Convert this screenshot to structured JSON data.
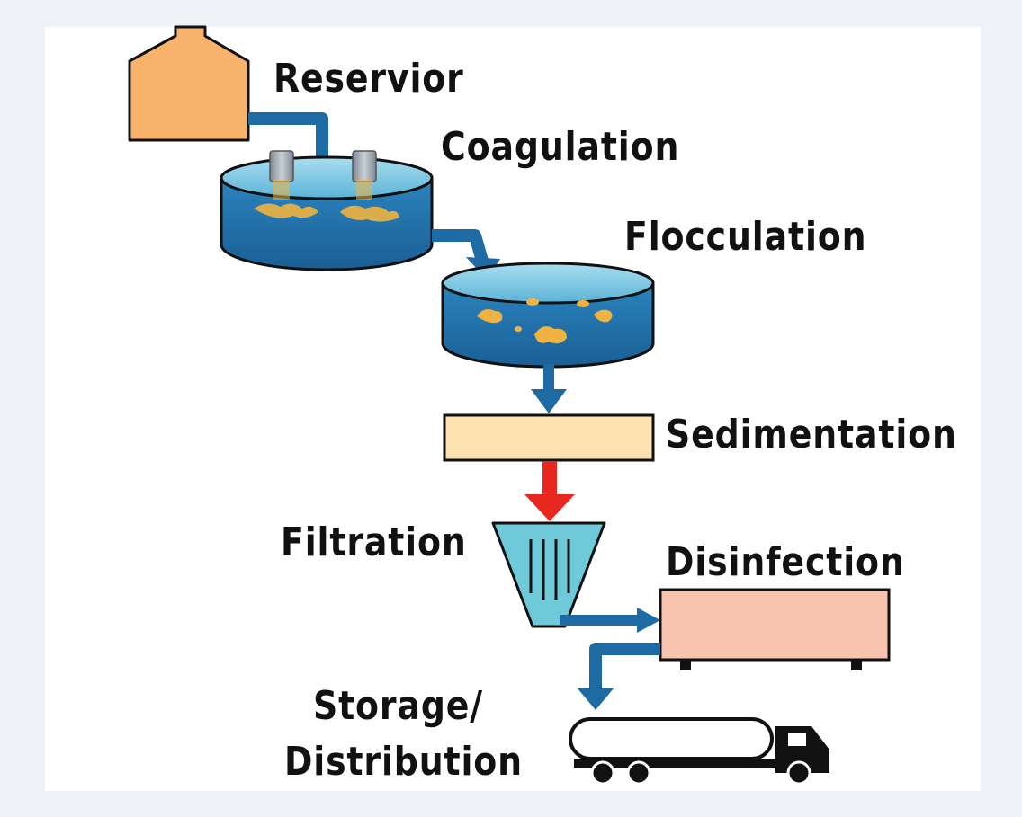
{
  "stages": {
    "reservoir": "Reservior",
    "coagulation": "Coagulation",
    "flocculation": "Flocculation",
    "sedimentation": "Sedimentation",
    "filtration": "Filtration",
    "disinfection": "Disinfection",
    "storage_line1": "Storage/",
    "storage_line2": "Distribution"
  },
  "colors": {
    "water_blue": "#1e6ba3",
    "water_light": "#5bb3d6",
    "reservoir_orange": "#f7b36b",
    "sediment_tan": "#fde2b1",
    "filter_cyan": "#6ec9d9",
    "disinfection_pink": "#f9c4ae",
    "arrow_red": "#e8281f",
    "floc_yellow": "#f0b240"
  }
}
